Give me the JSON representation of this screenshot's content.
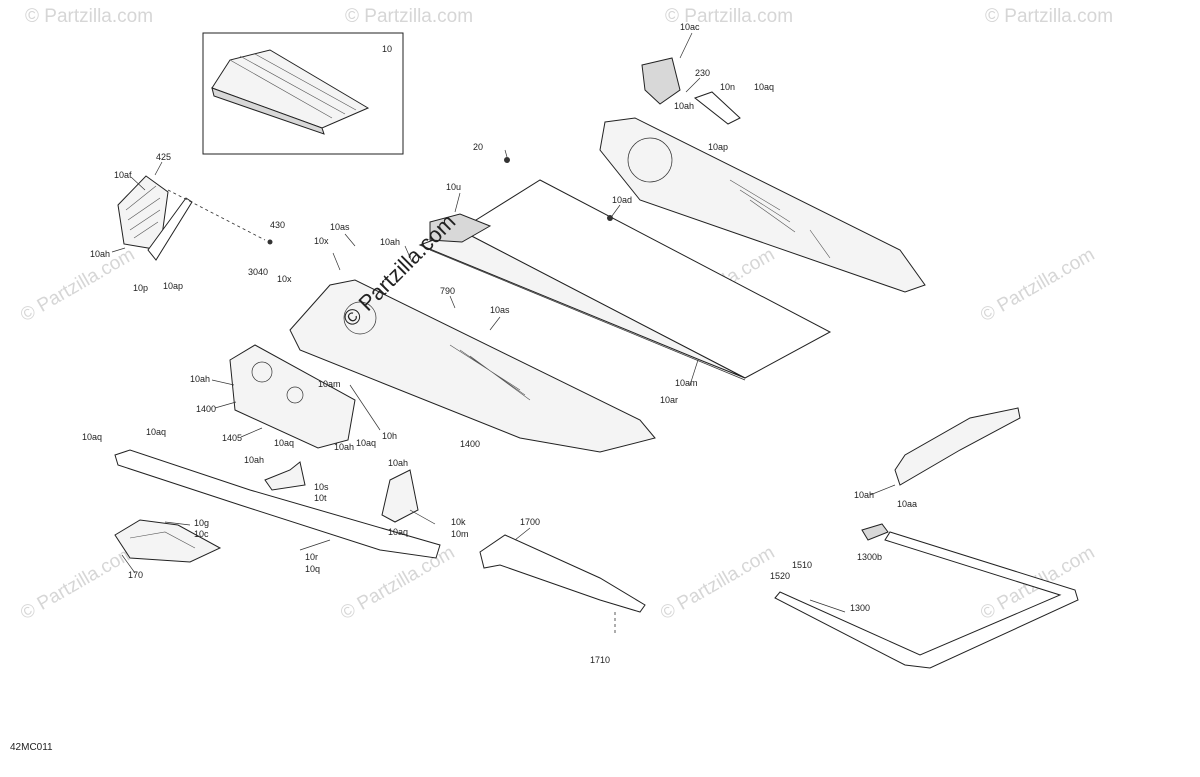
{
  "diagram_code": "42MC011",
  "watermark": {
    "small": "© Partzilla.com",
    "center": "© Partzilla.com"
  },
  "inset_label": "10",
  "labels": {
    "l425": "425",
    "l10af": "10af",
    "l10ah_a": "10ah",
    "l10p": "10p",
    "l10ap_a": "10ap",
    "l430": "430",
    "l3040": "3040",
    "l10x_a": "10x",
    "l10x_b": "10x",
    "l10as_a": "10as",
    "l10ah_b": "10ah",
    "l20": "20",
    "l10u": "10u",
    "l10ad": "10ad",
    "l10ac": "10ac",
    "l230": "230",
    "l10n": "10n",
    "l10aq_a": "10aq",
    "l10ah_c": "10ah",
    "l10ap_b": "10ap",
    "l790": "790",
    "l10as_b": "10as",
    "l10ah_d": "10ah",
    "l10am_a": "10am",
    "l1400_a": "1400",
    "l1405": "1405",
    "l10aq_b": "10aq",
    "l10ah_e": "10ah",
    "l10aq_c": "10aq",
    "l10h": "10h",
    "l10am_b": "10am",
    "l10ar": "10ar",
    "l1400_b": "1400",
    "l10aq_d": "10aq",
    "l10aq_e": "10aq",
    "l10ah_f": "10ah",
    "l10s": "10s",
    "l10t": "10t",
    "l10ah_g": "10ah",
    "l10k": "10k",
    "l10m": "10m",
    "l10aq_f": "10aq",
    "l10g": "10g",
    "l10c": "10c",
    "l170": "170",
    "l10r": "10r",
    "l10q": "10q",
    "l1700": "1700",
    "l1710": "1710",
    "l10ah_h": "10ah",
    "l10aa": "10aa",
    "l1300b": "1300b",
    "l1510": "1510",
    "l1520": "1520",
    "l1300": "1300"
  }
}
